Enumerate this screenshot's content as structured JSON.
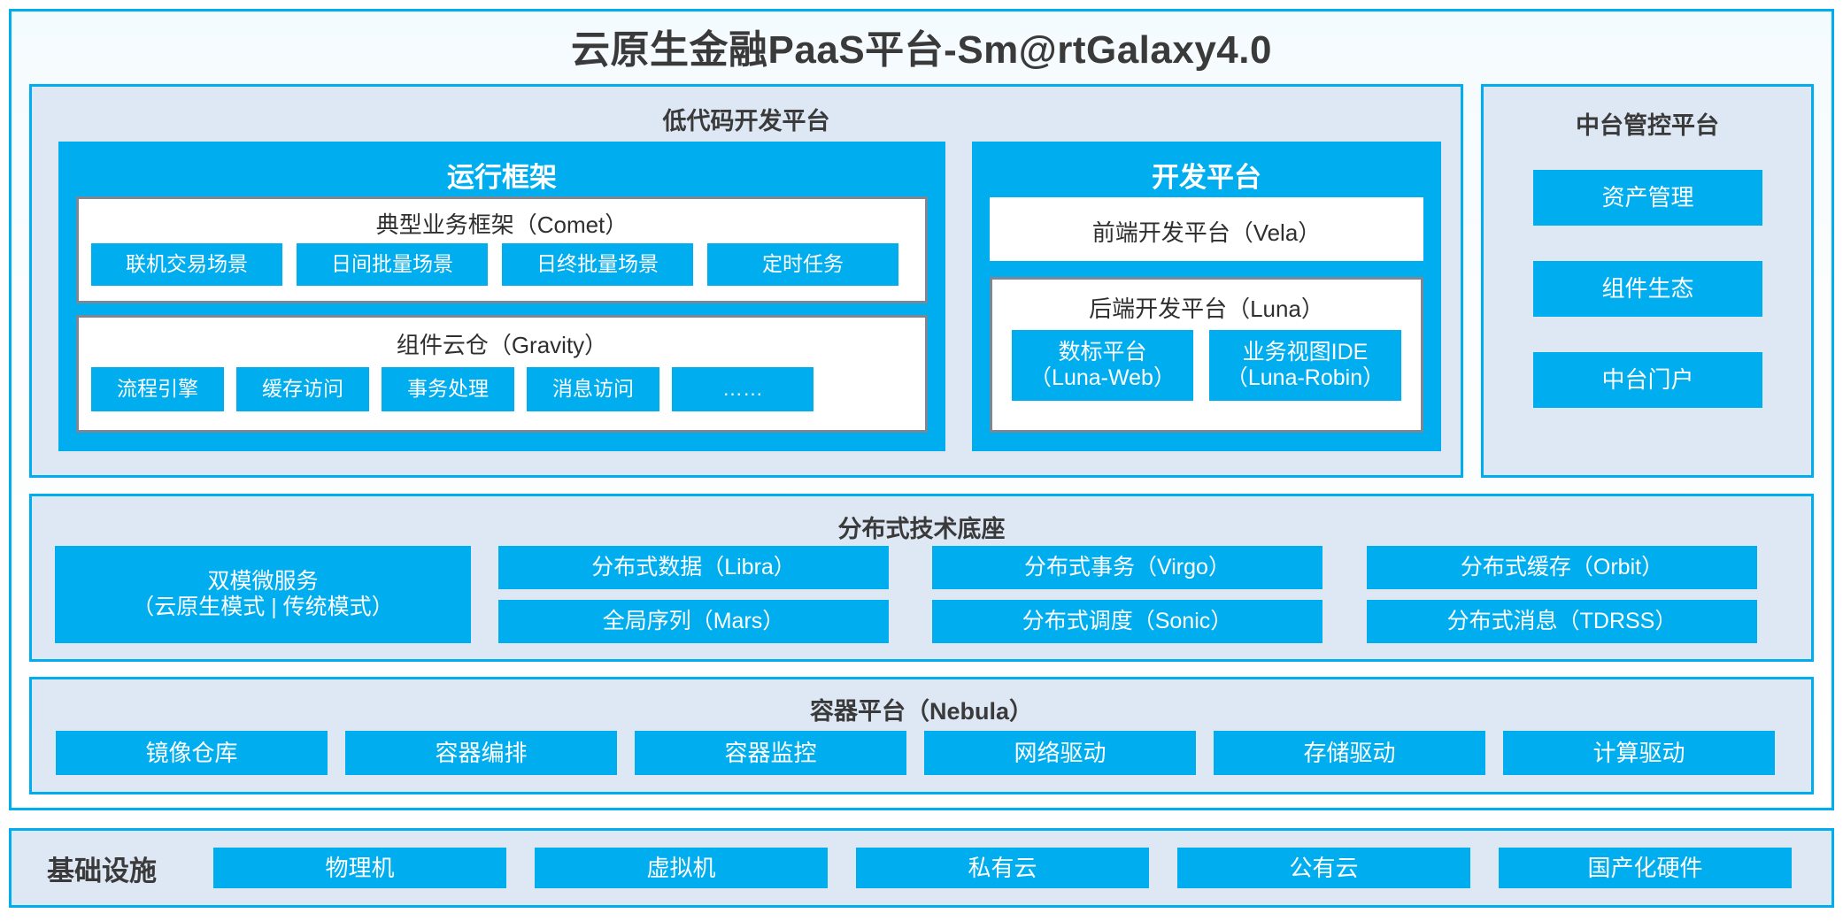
{
  "title": "云原生金融PaaS平台-Sm@rtGalaxy4.0",
  "colors": {
    "accent": "#00AEEF",
    "panel_bg": "#DEE8F4",
    "box_border": "#7B8794",
    "text": "#3a3a3a"
  },
  "lowcode": {
    "title": "低代码开发平台",
    "runtime": {
      "title": "运行框架",
      "comet": {
        "title": "典型业务框架（Comet）",
        "items": [
          "联机交易场景",
          "日间批量场景",
          "日终批量场景",
          "定时任务"
        ]
      },
      "gravity": {
        "title": "组件云仓（Gravity）",
        "items": [
          "流程引擎",
          "缓存访问",
          "事务处理",
          "消息访问",
          "……"
        ]
      }
    },
    "devplat": {
      "title": "开发平台",
      "frontend": "前端开发平台（Vela）",
      "backend": {
        "title": "后端开发平台（Luna）",
        "items": [
          "数标平台\n（Luna-Web）",
          "业务视图IDE\n（Luna-Robin）"
        ]
      }
    }
  },
  "midplat": {
    "title": "中台管控平台",
    "items": [
      "资产管理",
      "组件生态",
      "中台门户"
    ]
  },
  "techbase": {
    "title": "分布式技术底座",
    "microservice": "双模微服务\n（云原生模式 | 传统模式）",
    "grid": [
      [
        "分布式数据（Libra）",
        "分布式事务（Virgo）",
        "分布式缓存（Orbit）"
      ],
      [
        "全局序列（Mars）",
        "分布式调度（Sonic）",
        "分布式消息（TDRSS）"
      ]
    ]
  },
  "container": {
    "title": "容器平台（Nebula）",
    "items": [
      "镜像仓库",
      "容器编排",
      "容器监控",
      "网络驱动",
      "存储驱动",
      "计算驱动"
    ]
  },
  "infra": {
    "label": "基础设施",
    "items": [
      "物理机",
      "虚拟机",
      "私有云",
      "公有云",
      "国产化硬件"
    ]
  }
}
